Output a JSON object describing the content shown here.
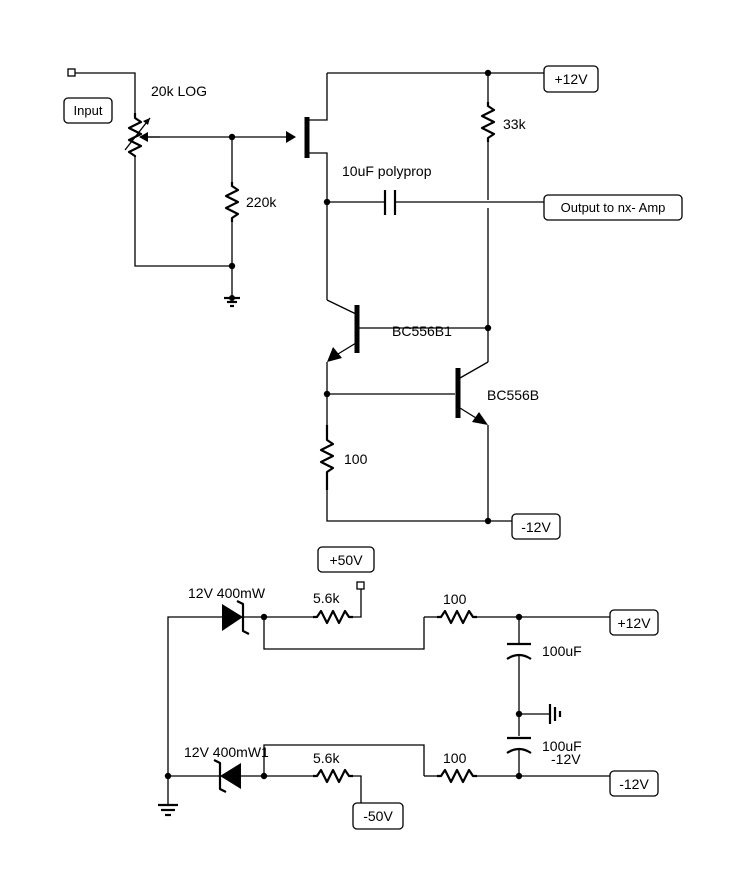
{
  "components": {
    "pot": "20k LOG",
    "r_gate": "220k",
    "r_drain": "33k",
    "cap_out": "10uF polyprop",
    "q1": "BC556B1",
    "q2": "BC556B",
    "r_emitter": "100",
    "zener_top": "12V 400mW",
    "zener_bottom": "12V 400mW1",
    "r_top_56": "5.6k",
    "r_bottom_56": "5.6k",
    "r_top_100": "100",
    "r_bottom_100": "100",
    "cap_top": "100uF",
    "cap_bottom": "100uF",
    "cap_bottom_sub": "-12V"
  },
  "terminals": {
    "input": "Input",
    "plus12_top": "+12V",
    "output": "Output to nx- Amp",
    "minus12_top": "-12V",
    "plus50": "+50V",
    "plus12_supply": "+12V",
    "minus12_supply": "-12V",
    "minus50": "-50V"
  }
}
